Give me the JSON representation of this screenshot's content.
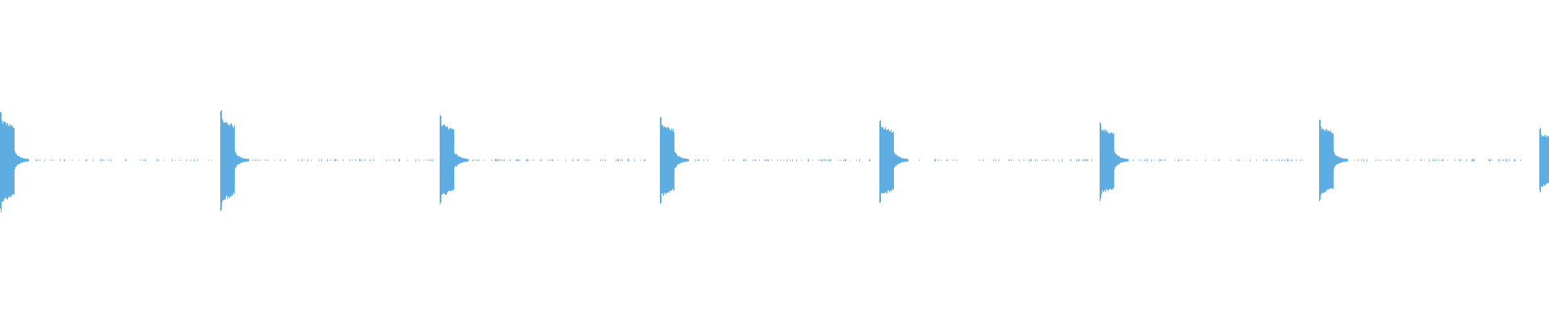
{
  "waveform": {
    "color": "#5dade2",
    "background": "#ffffff",
    "pulse_count": 8,
    "pulse_peak_levels": [
      0.86,
      0.88,
      0.78,
      0.77,
      0.74,
      0.69,
      0.72,
      0.56
    ],
    "pulse_lower_levels": [
      0.9,
      0.88,
      0.78,
      0.77,
      0.76,
      0.72,
      0.74,
      0.58
    ],
    "noise_floor_level": 0.01
  }
}
